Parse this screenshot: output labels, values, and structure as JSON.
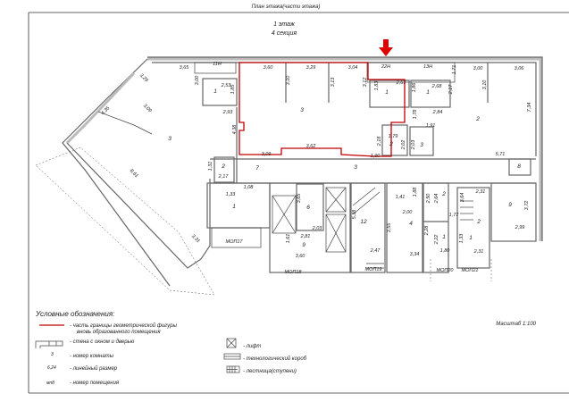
{
  "header": {
    "title": "План этажа(части этажа)",
    "floor": "1 этаж",
    "section": "4 секция"
  },
  "scale": "Масштаб 1:100",
  "colors": {
    "boundary": "#c00000",
    "arrow": "#e00000",
    "wall": "#666666"
  },
  "plan": {
    "labels": [
      "11Н",
      "22Н",
      "13Н",
      "3,65",
      "3,00",
      "1",
      "2,53",
      "1,85",
      "2,93",
      "3,60",
      "3,29",
      "3,04",
      "3,10",
      "3,13",
      "3,12",
      "3",
      "4,38",
      "3,09",
      "3,62",
      "1,90",
      "1,83",
      "1",
      "2,67",
      "1,86",
      "1",
      "2,68",
      "2,17",
      "1,71",
      "3,00",
      "3,06",
      "3,10",
      "7,34",
      "2",
      "2,84",
      "1,78",
      "1,91",
      "1,79",
      "2,18",
      "2",
      "2,02",
      "2,03",
      "3",
      "5,71",
      "3,29",
      "3,09",
      "4,35",
      "3",
      "8,61",
      "3,31",
      "1,31",
      "2",
      "2,17",
      "7",
      "3",
      "1,33",
      "1,08",
      "1",
      "3,65",
      "6",
      "2,03",
      "2,81",
      "1,61",
      "9",
      "3,60",
      "12",
      "5,38",
      "МОП17",
      "МОП18",
      "МОП19",
      "2,47",
      "1,41",
      "1,88",
      "2,00",
      "3,55",
      "4",
      "2,28",
      "3,34",
      "2,50",
      "2,64",
      "2",
      "1,77",
      "2,22",
      "1",
      "1,80",
      "3,64",
      "2,31",
      "2",
      "1,33",
      "1",
      "2,31",
      "9",
      "3,72",
      "2,99",
      "8",
      "МОП20",
      "МОП21"
    ]
  },
  "legend": {
    "title": "Условные обозначения:",
    "items": [
      {
        "icon": "red-line",
        "text": "- часть границы геометрической фигуры",
        "text2": "вновь образованного помещения"
      },
      {
        "icon": "wall-with-window-and-door",
        "text": "- стена с окном и дверью"
      },
      {
        "icon": "room-number",
        "sample": "3",
        "text": "- номер комнаты"
      },
      {
        "icon": "linear-dimension",
        "sample": "6,24",
        "text": "- линейный размер"
      },
      {
        "icon": "premises-number",
        "sample": "мп8",
        "text": "- номер помещения"
      },
      {
        "icon": "elevator",
        "text": "- лифт"
      },
      {
        "icon": "technological-duct",
        "text": "- технологический короб"
      },
      {
        "icon": "stairs",
        "text": "- лестница(ступени)"
      }
    ]
  }
}
